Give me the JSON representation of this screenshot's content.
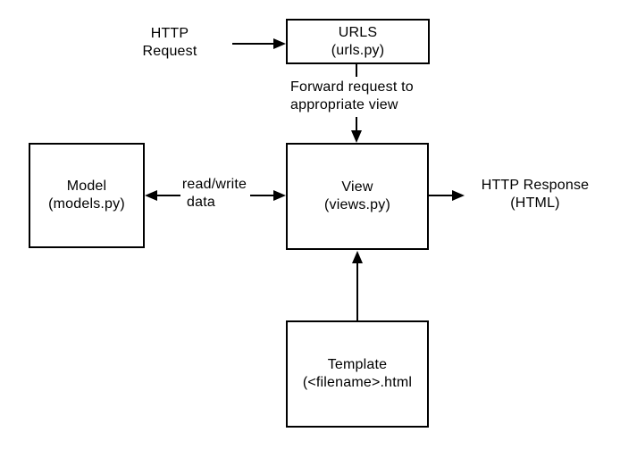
{
  "diagram": {
    "description": "Django request/response architecture flowchart",
    "colors": {
      "background": "#ffffff",
      "stroke": "#000000",
      "text": "#000000"
    },
    "nodes": {
      "urls": {
        "title": "URLS",
        "subtitle": "(urls.py)"
      },
      "view": {
        "title": "View",
        "subtitle": "(views.py)"
      },
      "model": {
        "title": "Model",
        "subtitle": "(models.py)"
      },
      "template": {
        "title": "Template",
        "subtitle": "(<filename>.html"
      }
    },
    "labels": {
      "http_request": {
        "line1": "HTTP",
        "line2": "Request"
      },
      "forward": {
        "line1": "Forward request to",
        "line2": "appropriate view"
      },
      "read_write": {
        "line1": "read/write",
        "line2": "data"
      },
      "http_response": {
        "line1": "HTTP Response",
        "line2": "(HTML)"
      }
    }
  }
}
